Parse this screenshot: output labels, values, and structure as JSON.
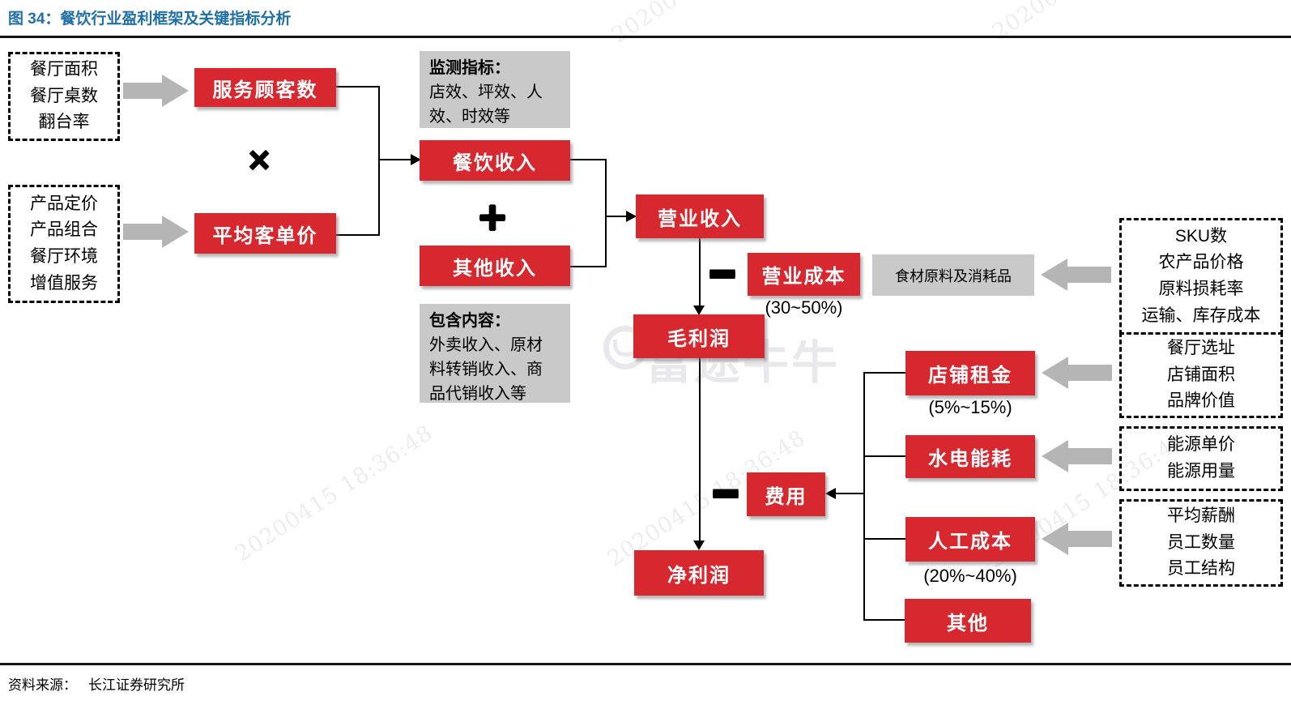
{
  "figure": {
    "title": "图 34：餐饮行业盈利框架及关键指标分析",
    "source_label": "资料来源：",
    "source_text": "长江证券研究所"
  },
  "watermark": {
    "timestamp": "20200415 18:36:48",
    "brand": "富途牛牛",
    "logo_icon": "bull-circle-icon"
  },
  "colors": {
    "accent_red": "#d7282f",
    "title_blue": "#2070a8",
    "note_gray": "#c9c9c9",
    "arrow_gray": "#b5b5b5",
    "watermark_gray": "#ededf1"
  },
  "operators": {
    "multiply": "×",
    "plus": "+",
    "minus": "−"
  },
  "left_inputs": [
    {
      "lines": [
        "餐厅面积",
        "餐厅桌数",
        "翻台率"
      ]
    },
    {
      "lines": [
        "产品定价",
        "产品组合",
        "餐厅环境",
        "增值服务"
      ]
    }
  ],
  "nodes": {
    "serve_customers": "服务顾客数",
    "avg_ticket": "平均客单价",
    "dining_revenue": "餐饮收入",
    "other_revenue": "其他收入",
    "operating_revenue": "营业收入",
    "operating_cost": "营业成本",
    "operating_cost_pct": "(30~50%)",
    "cost_material": "食材原料及消耗品",
    "gross_profit": "毛利润",
    "expense": "费用",
    "rent": "店铺租金",
    "rent_pct": "(5%~15%)",
    "utilities": "水电能耗",
    "labor": "人工成本",
    "labor_pct": "(20%~40%)",
    "other_expense": "其他",
    "net_profit": "净利润"
  },
  "notes": [
    {
      "title": "监测指标：",
      "body_lines": [
        "店效、坪效、人",
        "效、时效等"
      ]
    },
    {
      "title": "包含内容：",
      "body_lines": [
        "外卖收入、原材",
        "料转销收入、商",
        "品代销收入等"
      ]
    }
  ],
  "right_inputs": [
    {
      "lines": [
        "SKU数",
        "农产品价格",
        "原料损耗率",
        "运输、库存成本"
      ]
    },
    {
      "lines": [
        "餐厅选址",
        "店铺面积",
        "品牌价值"
      ]
    },
    {
      "lines": [
        "能源单价",
        "能源用量"
      ]
    },
    {
      "lines": [
        "平均薪酬",
        "员工数量",
        "员工结构"
      ]
    }
  ]
}
